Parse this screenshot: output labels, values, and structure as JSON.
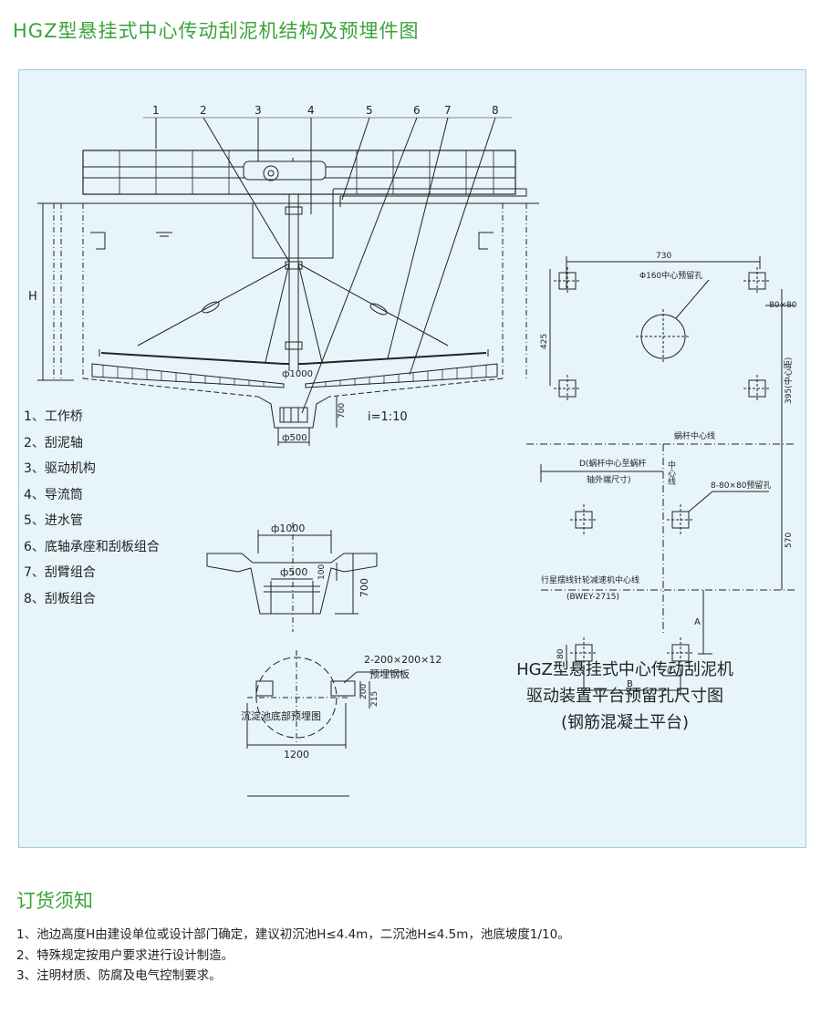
{
  "title": "HGZ型悬挂式中心传动刮泥机结构及预埋件图",
  "main_drawing": {
    "part_numbers": [
      "1",
      "2",
      "3",
      "4",
      "5",
      "6",
      "7",
      "8"
    ],
    "height_label": "H",
    "d1000_label": "ф1000",
    "dim_700": "700",
    "slope_label": "i=1:10",
    "d500_label": "ф500"
  },
  "legend": [
    "1、工作桥",
    "2、刮泥轴",
    "3、驱动机构",
    "4、导流筒",
    "5、进水管",
    "6、底轴承座和刮板组合",
    "7、刮臂组合",
    "8、刮板组合"
  ],
  "base_drawing": {
    "d1000_label": "ф1000",
    "dim_100": "100",
    "dim_700": "700",
    "d500_label": "ф500",
    "plate_spec": "2-200×200×12",
    "plate_name": "预埋钢板",
    "dim_200": "200",
    "dim_215": "215",
    "dim_1200": "1200",
    "caption": "沉淀池底部预埋图"
  },
  "platform_drawing": {
    "dim_730": "730",
    "center_hole": "Φ160中心预留孔",
    "dim_80x80": "80×80",
    "dim_425": "425",
    "dim_395": "395(中心距)",
    "worm_line": "蜗杆中心线",
    "d_label_1": "D(蜗杆中心至蜗杆",
    "d_label_2": "轴外端尺寸)",
    "center_line": "中心线",
    "holes": "8-80×80预留孔",
    "dim_570": "570",
    "reducer_line": "行星摆线针轮减速机中心线",
    "reducer_model": "(BWEY-2715)",
    "a_label": "A",
    "dim_80": "80",
    "b_label": "B",
    "c_label": "C"
  },
  "caption": {
    "line1": "HGZ型悬挂式中心传动刮泥机",
    "line2": "驱动装置平台预留孔尺寸图",
    "line3": "(钢筋混凝土平台)"
  },
  "notes_title": "订货须知",
  "notes": [
    "1、池边高度H由建设单位或设计部门确定，建议初沉池H≤4.4m，二沉池H≤4.5m，池底坡度1/10。",
    "2、特殊规定按用户要求进行设计制造。",
    "3、注明材质、防腐及电气控制要求。"
  ],
  "colors": {
    "green": "#3aa33a",
    "panel": "#e7f4fa",
    "line": "#222222"
  }
}
